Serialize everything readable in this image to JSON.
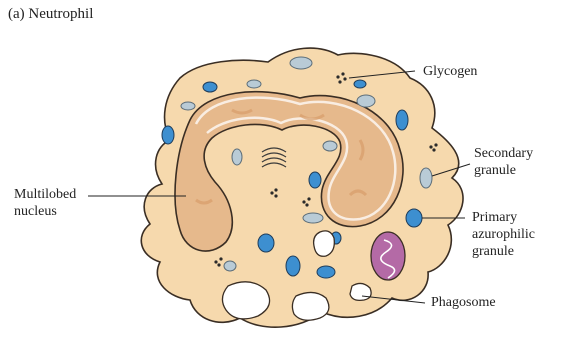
{
  "title": "(a) Neutrophil",
  "labels": {
    "glycogen": "Glycogen",
    "secondary_granule": [
      "Secondary",
      "granule"
    ],
    "multilobed_nucleus": [
      "Multilobed",
      "nucleus"
    ],
    "primary_granule": [
      "Primary",
      "azurophilic",
      "granule"
    ],
    "phagosome": "Phagosome"
  },
  "colors": {
    "cytoplasm": "#f6d9ad",
    "cytoplasm_edge": "#3a2e24",
    "nucleus": "#e6b98c",
    "primary_granule": "#3d8fd0",
    "secondary_granule": "#b9cbd6",
    "mitochondrion": "#b46aa6",
    "phagosome": "#ffffff"
  }
}
